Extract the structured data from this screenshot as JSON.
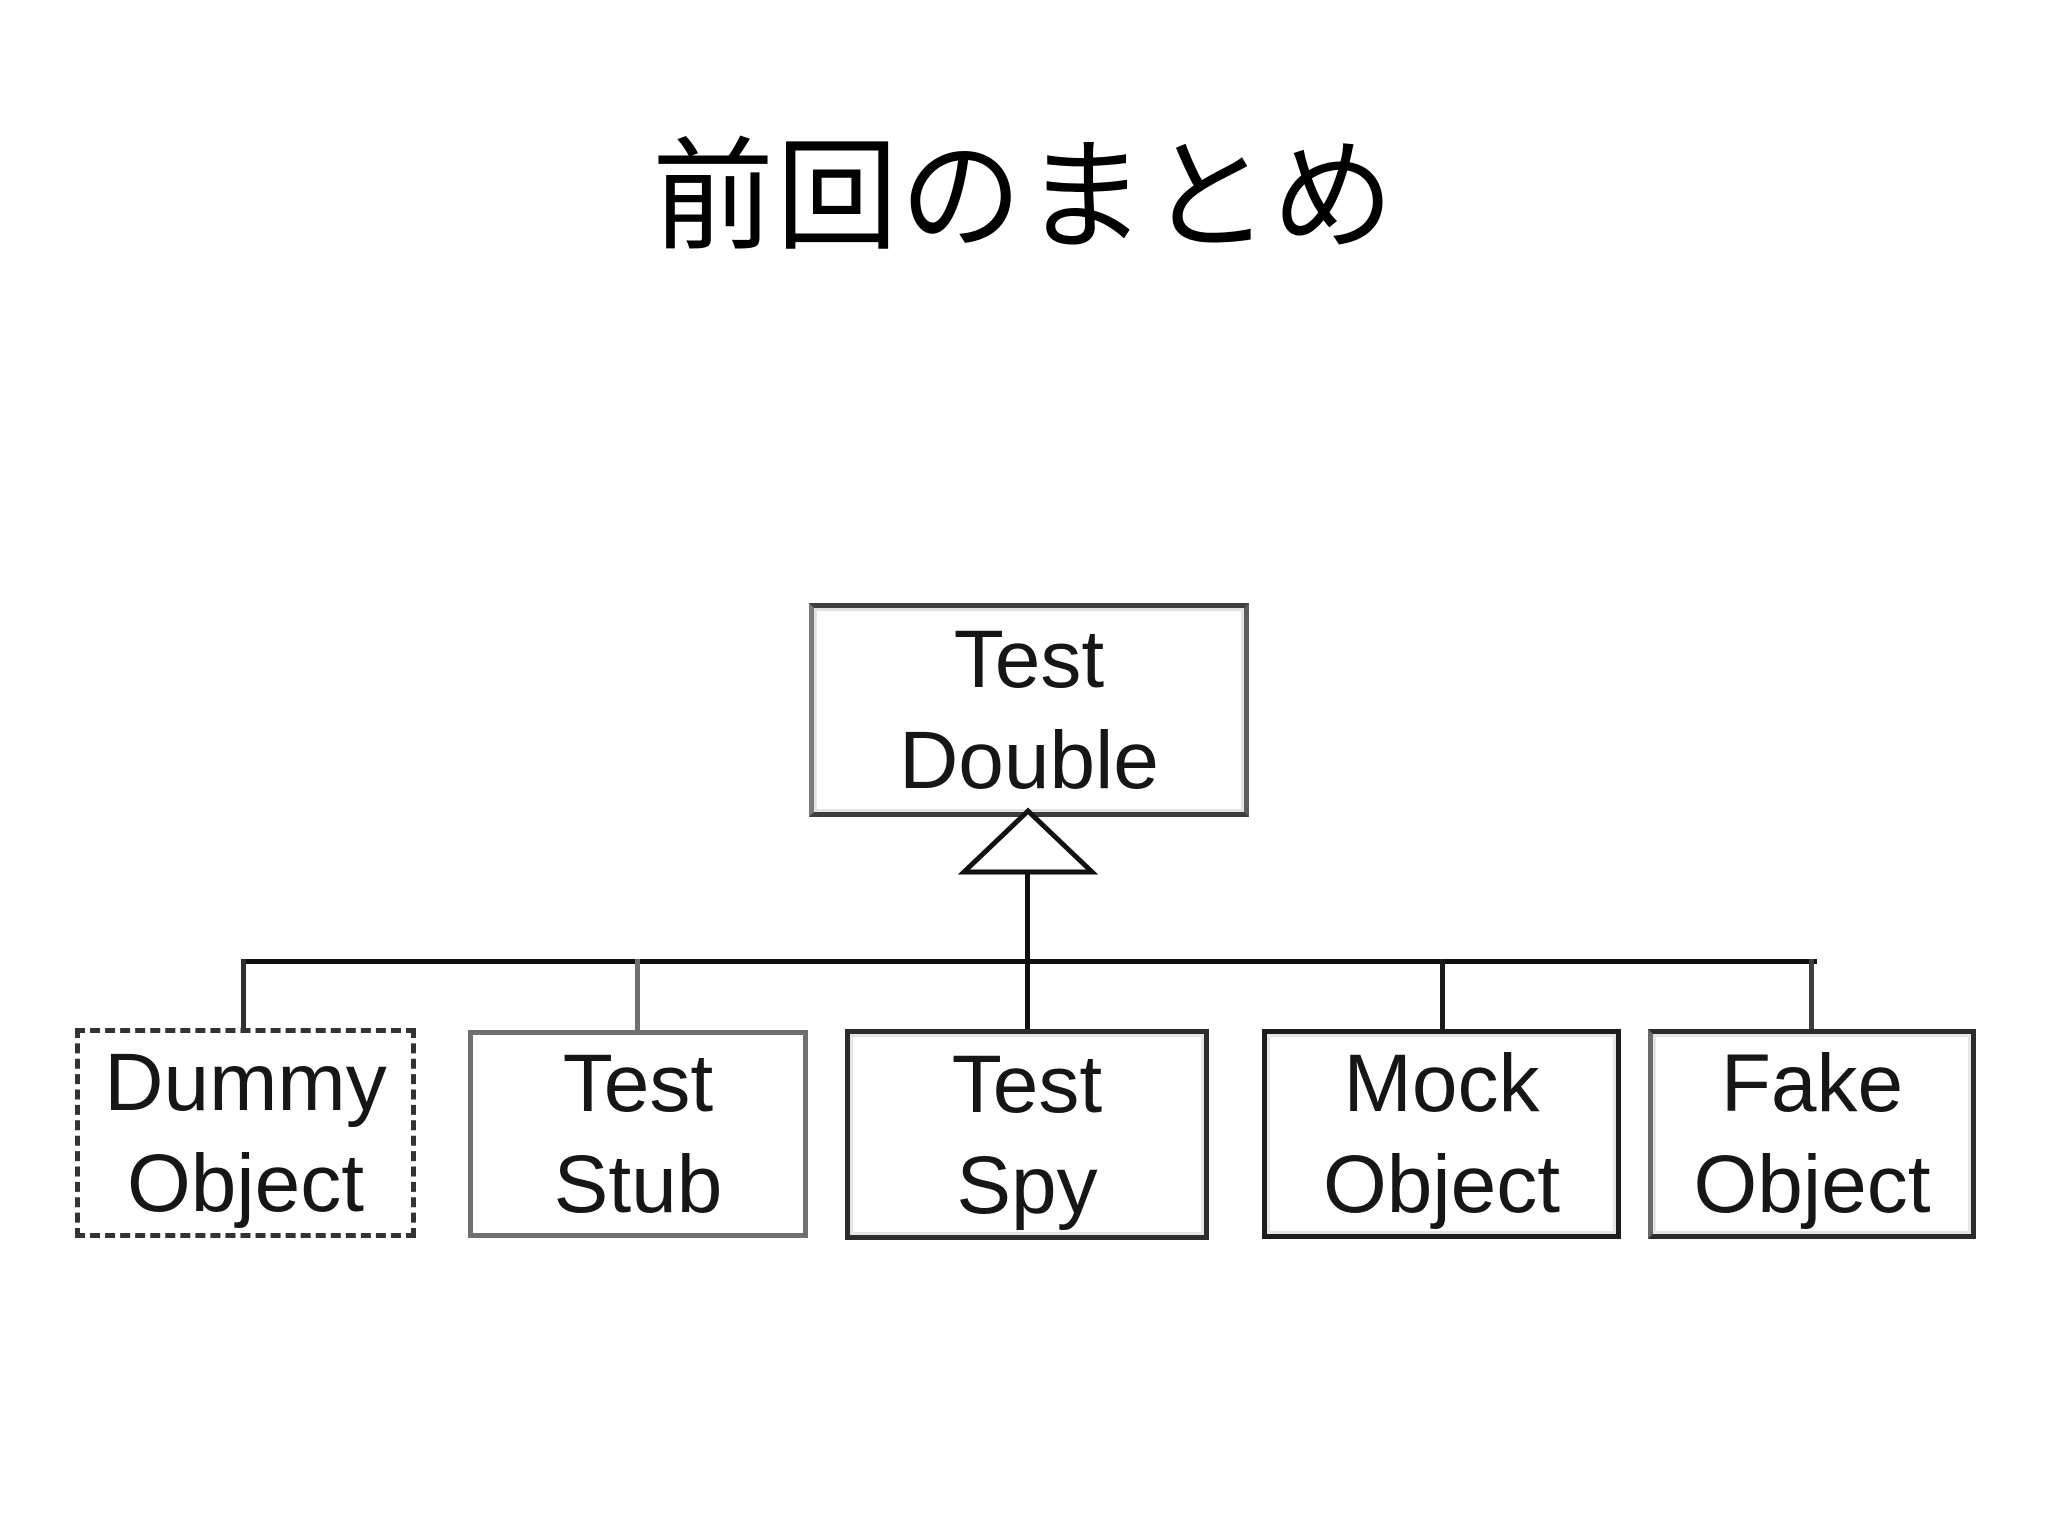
{
  "slide": {
    "title": "前回のまとめ",
    "background": "#ffffff"
  },
  "diagram": {
    "type": "uml-class-hierarchy",
    "relationship": "generalization",
    "arrow_icon": "hollow-triangle-up",
    "parent": {
      "label_lines": [
        "Test",
        "Double"
      ],
      "border_style": "solid"
    },
    "children": [
      {
        "label_lines": [
          "Dummy",
          "Object"
        ],
        "border_style": "dashed"
      },
      {
        "label_lines": [
          "Test",
          "Stub"
        ],
        "border_style": "solid"
      },
      {
        "label_lines": [
          "Test",
          "Spy"
        ],
        "border_style": "solid"
      },
      {
        "label_lines": [
          "Mock",
          "Object"
        ],
        "border_style": "solid"
      },
      {
        "label_lines": [
          "Fake",
          "Object"
        ],
        "border_style": "solid"
      }
    ],
    "colors": {
      "background": "#ffffff",
      "text": "#161616",
      "title_text": "#000000",
      "connector_line": "#101010",
      "gray_connector_line": "#6f6f6f",
      "dark_border": "#1d1d1d",
      "gray_border": "#707070",
      "dashed_border": "#333333",
      "node_fill": "#ffffff"
    }
  }
}
